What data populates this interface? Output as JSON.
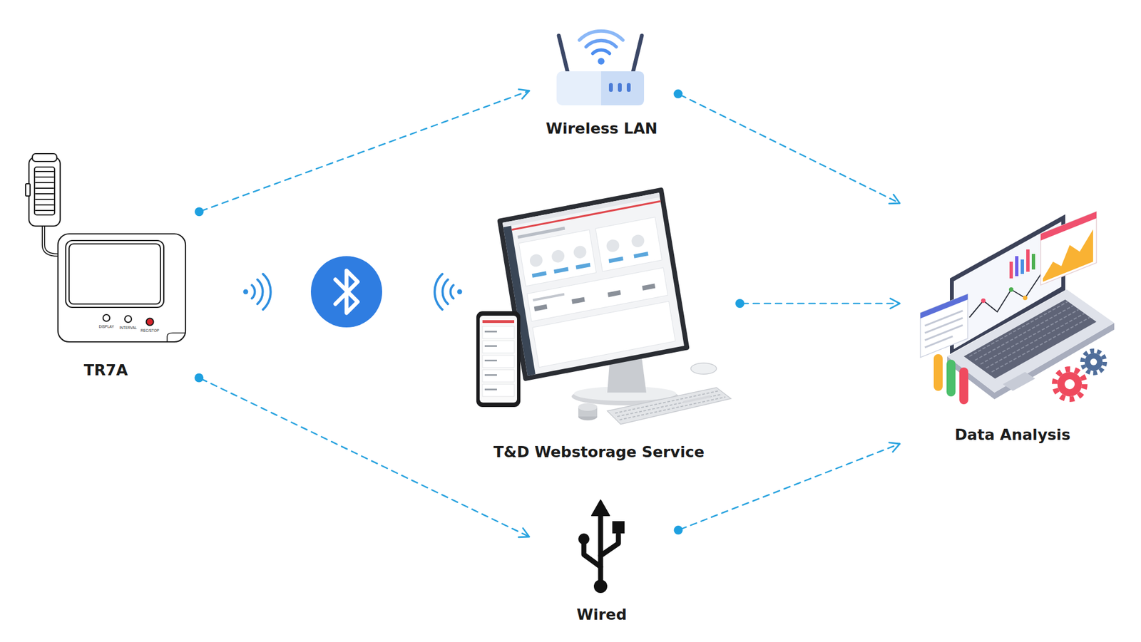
{
  "diagram": {
    "nodes": [
      {
        "text": [
          "TR7A"
        ]
      },
      {
        "text": [
          "Wireless LAN"
        ]
      },
      {
        "text": [
          "T&D Webstorage Service"
        ]
      },
      {
        "text": [
          "Wired"
        ]
      },
      {
        "text": [
          "Data Analysis"
        ]
      }
    ],
    "edges": [
      {
        "from": 0,
        "to": 1,
        "arrow": "to"
      },
      {
        "from": 1,
        "to": 4,
        "arrow": "to"
      },
      {
        "from": 0,
        "to": 3,
        "arrow": "to"
      },
      {
        "from": 3,
        "to": 4,
        "arrow": "to"
      },
      {
        "from": 2,
        "to": 4,
        "arrow": "to"
      }
    ],
    "labels": [
      "DISPLAY",
      "INTERVAL",
      "REC/STOP"
    ]
  }
}
